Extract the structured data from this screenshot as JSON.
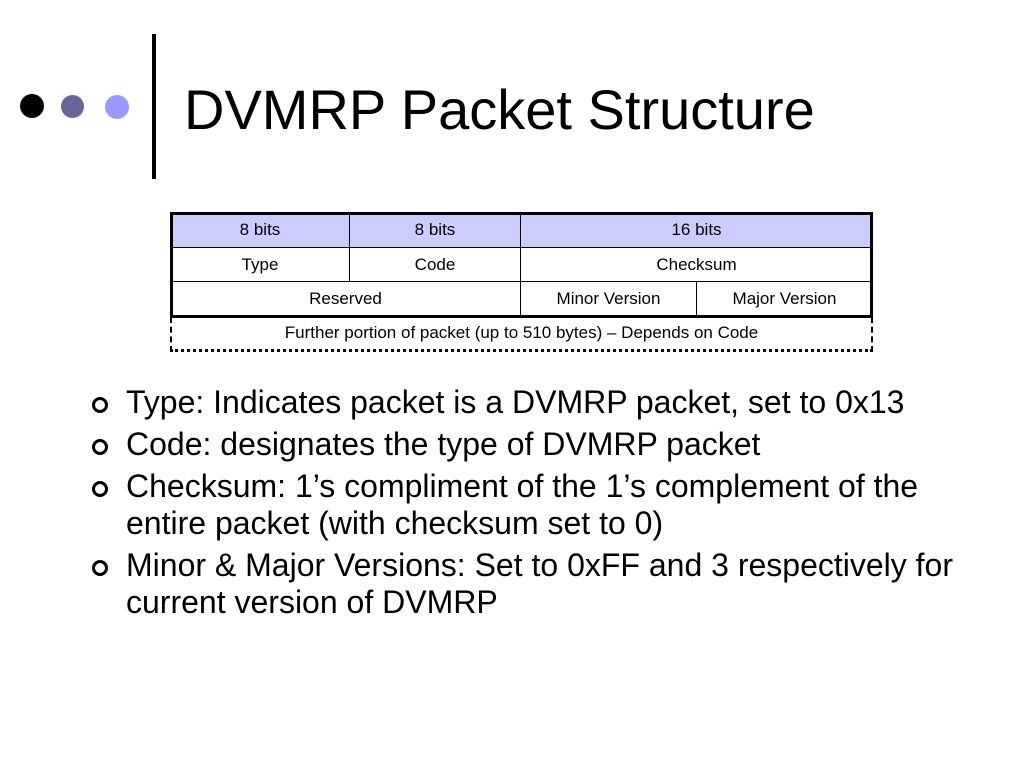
{
  "slide": {
    "title": "DVMRP Packet Structure",
    "decoration": {
      "dot_colors": [
        "#000000",
        "#666699",
        "#9999ff"
      ],
      "rule_color": "#000000"
    }
  },
  "packet_table": {
    "header_color": "#ccccff",
    "header_row": [
      "8 bits",
      "8 bits",
      "16 bits"
    ],
    "row_1": [
      "Type",
      "Code",
      "Checksum"
    ],
    "row_2": [
      "Reserved",
      "Minor Version",
      "Major Version"
    ],
    "further_portion": "Further portion of packet (up to 510 bytes) – Depends on Code"
  },
  "bullets": [
    {
      "text": "Type: Indicates packet is a DVMRP packet, set to 0x13"
    },
    {
      "text": "Code: designates the type of DVMRP packet"
    },
    {
      "text": "Checksum: 1’s compliment of the 1’s complement of the entire packet (with checksum set to 0)"
    },
    {
      "text": "Minor & Major Versions: Set to 0xFF and 3 respectively for current version of DVMRP"
    }
  ]
}
